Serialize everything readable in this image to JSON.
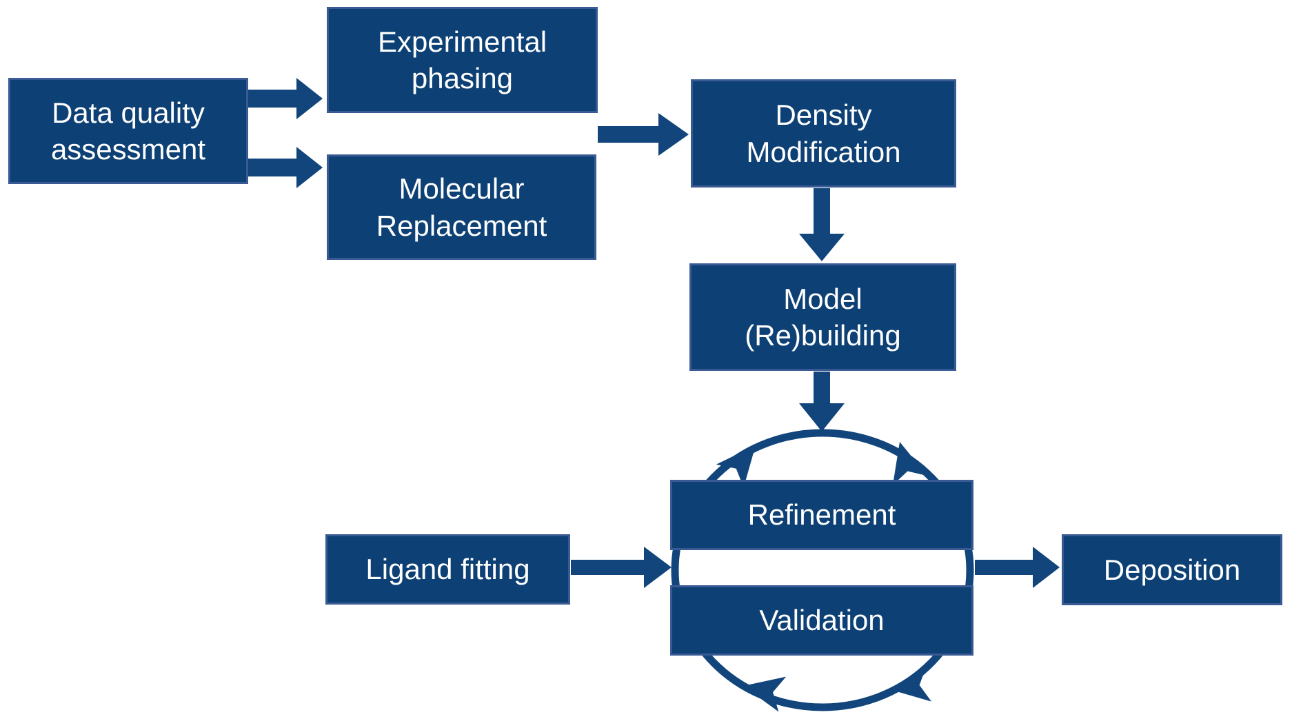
{
  "colors": {
    "background": "#ffffff",
    "node_fill": "#0d4074",
    "node_border": "#3a5a94",
    "arrow": "#11457b",
    "text": "#ffffff"
  },
  "nodes": {
    "data_quality_assessment": "Data quality\nassessment",
    "experimental_phasing": "Experimental\nphasing",
    "molecular_replacement": "Molecular\nReplacement",
    "density_modification": "Density\nModification",
    "model_rebuilding": "Model\n(Re)building",
    "refinement": "Refinement",
    "validation": "Validation",
    "ligand_fitting": "Ligand fitting",
    "deposition": "Deposition"
  },
  "edges": [
    {
      "from": "data_quality_assessment",
      "to": "experimental_phasing"
    },
    {
      "from": "data_quality_assessment",
      "to": "molecular_replacement"
    },
    {
      "from": "experimental_phasing_and_molecular_replacement",
      "to": "density_modification"
    },
    {
      "from": "density_modification",
      "to": "model_rebuilding"
    },
    {
      "from": "model_rebuilding",
      "to": "refinement_validation_cycle"
    },
    {
      "from": "ligand_fitting",
      "to": "refinement_validation_cycle"
    },
    {
      "from": "refinement_validation_cycle",
      "to": "deposition"
    },
    {
      "from": "refinement",
      "to": "validation",
      "style": "circular-cycle"
    }
  ]
}
